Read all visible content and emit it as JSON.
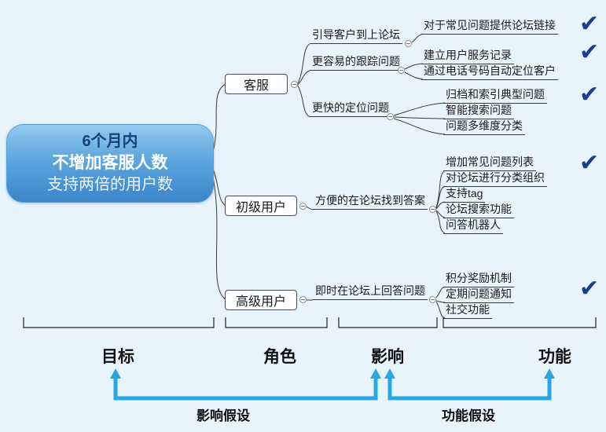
{
  "root_node": {
    "line1": "6个月内",
    "line2": "不增加客服人数",
    "line3": "支持两倍的用户数"
  },
  "branches": [
    {
      "role": "客服",
      "impacts": [
        {
          "label": "引导客户到上论坛",
          "features": [
            {
              "label": "对于常见问题提供论坛链接",
              "checked": true
            }
          ]
        },
        {
          "label": "更容易的跟踪问题",
          "features": [
            {
              "label": "建立用户服务记录",
              "checked": true
            },
            {
              "label": "通过电话号码自动定位客户",
              "checked": false
            }
          ]
        },
        {
          "label": "更快的定位问题",
          "features": [
            {
              "label": "归档和索引典型问题",
              "checked": true
            },
            {
              "label": "智能搜索问题",
              "checked": false
            },
            {
              "label": "问题多维度分类",
              "checked": false
            }
          ]
        }
      ]
    },
    {
      "role": "初级用户",
      "impacts": [
        {
          "label": "方便的在论坛找到答案",
          "features": [
            {
              "label": "增加常见问题列表",
              "checked": true
            },
            {
              "label": "对论坛进行分类组织",
              "checked": false
            },
            {
              "label": "支持tag",
              "checked": false
            },
            {
              "label": "论坛搜索功能",
              "checked": false
            },
            {
              "label": "问答机器人",
              "checked": false
            }
          ]
        }
      ]
    },
    {
      "role": "高级用户",
      "impacts": [
        {
          "label": "即时在论坛上回答问题",
          "features": [
            {
              "label": "积分奖励机制",
              "checked": true
            },
            {
              "label": "定期问题通知",
              "checked": false
            },
            {
              "label": "社交功能",
              "checked": false
            }
          ]
        }
      ]
    }
  ],
  "columns": [
    {
      "label": "目标"
    },
    {
      "label": "角色"
    },
    {
      "label": "影响"
    },
    {
      "label": "功能"
    }
  ],
  "hypotheses": [
    {
      "label": "影响假设"
    },
    {
      "label": "功能假设"
    }
  ],
  "glyphs": {
    "check": "✔"
  },
  "colors": {
    "arrow": "#29a7e0",
    "check": "#1c3c90",
    "background": "#e8f4fc",
    "node_gradient_top": "#93cbef",
    "node_gradient_bottom": "#3b85cb"
  }
}
